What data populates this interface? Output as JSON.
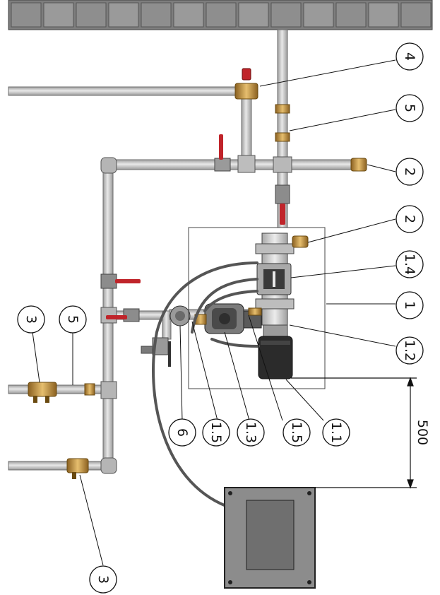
{
  "callouts": [
    {
      "id": "c4",
      "label": "4"
    },
    {
      "id": "c5top",
      "label": "5"
    },
    {
      "id": "c2a",
      "label": "2"
    },
    {
      "id": "c2b",
      "label": "2"
    },
    {
      "id": "c14",
      "label": "1.4"
    },
    {
      "id": "c1",
      "label": "1"
    },
    {
      "id": "c12",
      "label": "1.2"
    },
    {
      "id": "c11",
      "label": "1.1"
    },
    {
      "id": "c15a",
      "label": "1.5"
    },
    {
      "id": "c13",
      "label": "1.3"
    },
    {
      "id": "c15b",
      "label": "1.5"
    },
    {
      "id": "c6",
      "label": "6"
    },
    {
      "id": "c3left",
      "label": "3"
    },
    {
      "id": "c5left",
      "label": "5"
    },
    {
      "id": "c3bot",
      "label": "3"
    }
  ],
  "dimension": {
    "value": "500"
  },
  "colors": {
    "pipe": "#c9c9c9",
    "fitting": "#9a9a9a",
    "brass": "#c99a4a",
    "valve_handle": "#c0242a",
    "heater_body": "#d6d6d6",
    "heater_cap": "#2b2b2b",
    "control_box": "#8c8c8c",
    "wall": "#8a8a8a"
  }
}
